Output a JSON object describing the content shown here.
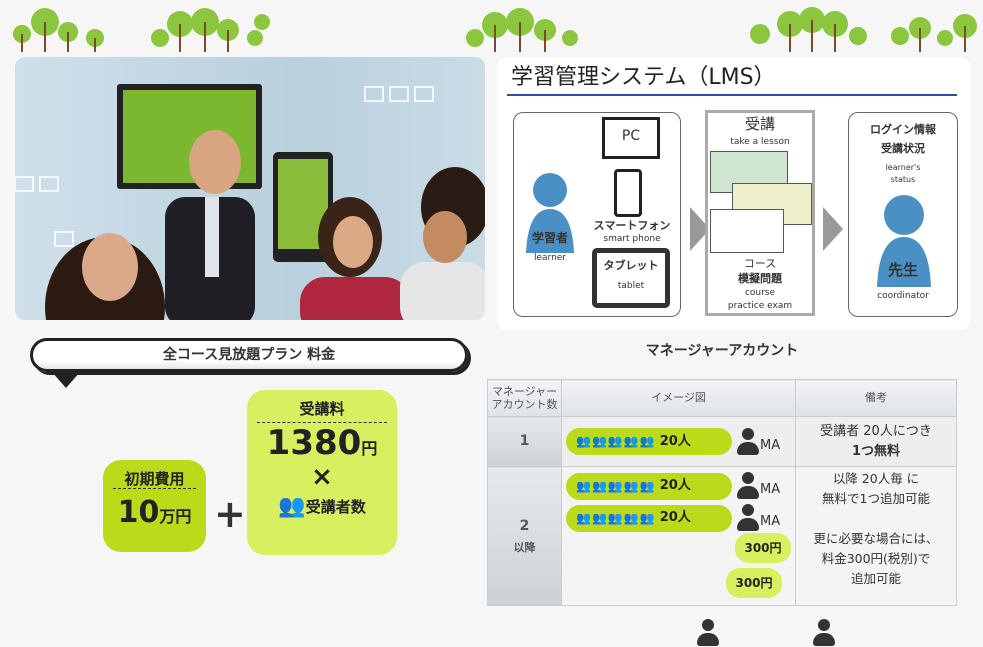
{
  "lms": {
    "title": "学習管理システム（LMS）",
    "devices": {
      "pc": "PC",
      "smartphone_ja": "スマートフォン",
      "smartphone_en": "smart phone",
      "tablet_ja": "タブレット",
      "tablet_en": "tablet"
    },
    "learner_ja": "学習者",
    "learner_en": "learner",
    "lesson_ja": "受講",
    "lesson_en": "take a lesson",
    "course_ja": "コース",
    "exam_ja": "模擬問題",
    "course_en": "course",
    "exam_en": "practice exam",
    "login_ja": "ログイン情報",
    "status_ja": "受講状況",
    "status_en1": "learner's",
    "status_en2": "status",
    "teacher_ja": "先生",
    "teacher_en": "coordinator"
  },
  "plan": {
    "title": "全コース見放題プラン 料金",
    "initial_label": "初期費用",
    "initial_value": "10",
    "initial_unit": "万円",
    "plus": "+",
    "fee_label": "受講料",
    "fee_value": "1380",
    "fee_unit": "円",
    "times": "×",
    "fee_per": "受講者数"
  },
  "manager": {
    "title": "マネージャーアカウント",
    "headers": [
      "マネージャーアカウント数",
      "イメージ図",
      "備考"
    ],
    "rows": [
      {
        "count": "1",
        "pill": "20人",
        "ma": "MA",
        "note1": "受講者 20人につき",
        "note2": "1つ無料"
      },
      {
        "count": "2",
        "count_sub": "以降",
        "pill1": "20人",
        "pill2": "20人",
        "ma1": "MA",
        "ma2": "MA",
        "price1": "300円",
        "price2": "300円",
        "note1": "以降 20人毎 に",
        "note2": "無料で1つ追加可能",
        "note3": "更に必要な場合には、",
        "note4": "料金300円(税別)で",
        "note5": "追加可能"
      }
    ]
  },
  "colors": {
    "lime": "#bada1a",
    "lime_light": "#d8f060",
    "blue": "#4a90c4"
  }
}
